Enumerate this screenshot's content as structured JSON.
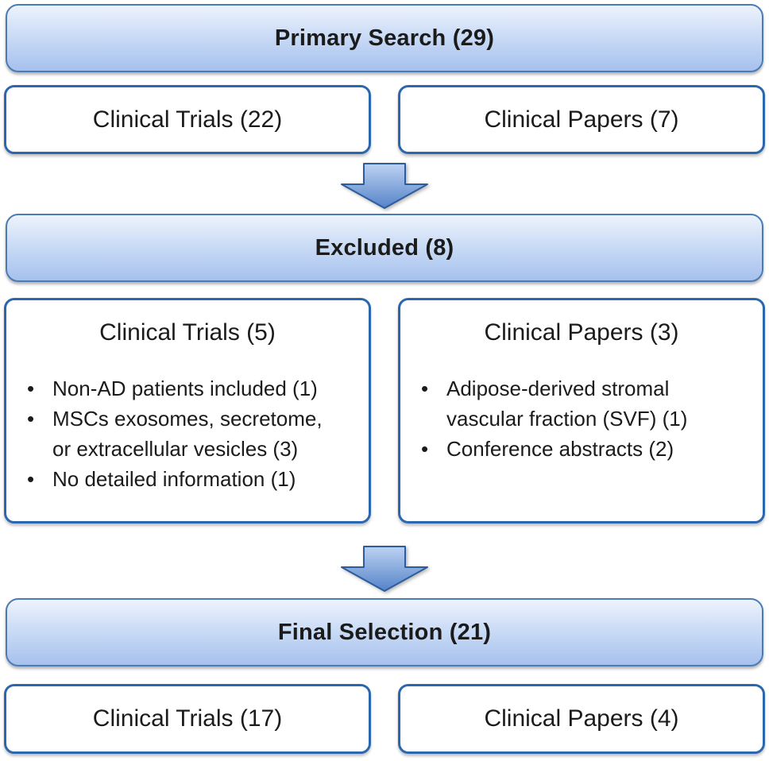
{
  "colors": {
    "banner_top": "#eef3fc",
    "banner_mid": "#cbdcf6",
    "banner_bottom": "#a6c1ee",
    "banner_border": "#4b7bb5",
    "box_border": "#2b67ae",
    "box_fill": "#ffffff",
    "arrow_top": "#bdd2f3",
    "arrow_bottom": "#5583c8",
    "arrow_border": "#2b5c9d",
    "text": "#1b1b1b"
  },
  "icons": {
    "down_arrow": "block-arrow-down"
  },
  "flow": {
    "stages": [
      {
        "banner": "Primary Search (29)",
        "boxes": [
          {
            "title": "Clinical Trials (22)"
          },
          {
            "title": "Clinical Papers (7)"
          }
        ]
      },
      {
        "banner": "Excluded (8)",
        "boxes": [
          {
            "title": "Clinical Trials (5)",
            "bullets": [
              "Non-AD patients included (1)",
              "MSCs exosomes, secretome, or extracellular vesicles (3)",
              "No detailed information (1)"
            ]
          },
          {
            "title": "Clinical Papers (3)",
            "bullets": [
              "Adipose-derived stromal vascular fraction (SVF) (1)",
              "Conference abstracts (2)"
            ]
          }
        ]
      },
      {
        "banner": "Final Selection (21)",
        "boxes": [
          {
            "title": "Clinical Trials (17)"
          },
          {
            "title": "Clinical Papers (4)"
          }
        ]
      }
    ]
  }
}
